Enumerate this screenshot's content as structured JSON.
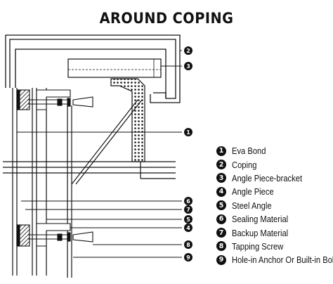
{
  "title": "AROUND COPING",
  "legend": [
    {
      "num": "1",
      "label": "Eva Bond"
    },
    {
      "num": "2",
      "label": "Coping"
    },
    {
      "num": "3",
      "label": "Angle Piece-bracket"
    },
    {
      "num": "4",
      "label": "Angle Piece"
    },
    {
      "num": "5",
      "label": "Steel Angle"
    },
    {
      "num": "6",
      "label": "Sealing Material"
    },
    {
      "num": "7",
      "label": "Backup Material"
    },
    {
      "num": "8",
      "label": "Tapping Screw"
    },
    {
      "num": "9",
      "label": "Hole-in Anchor Or Built-in Bolt"
    }
  ],
  "callouts": [
    "2",
    "3",
    "1",
    "6",
    "7",
    "5",
    "4",
    "8",
    "9"
  ]
}
